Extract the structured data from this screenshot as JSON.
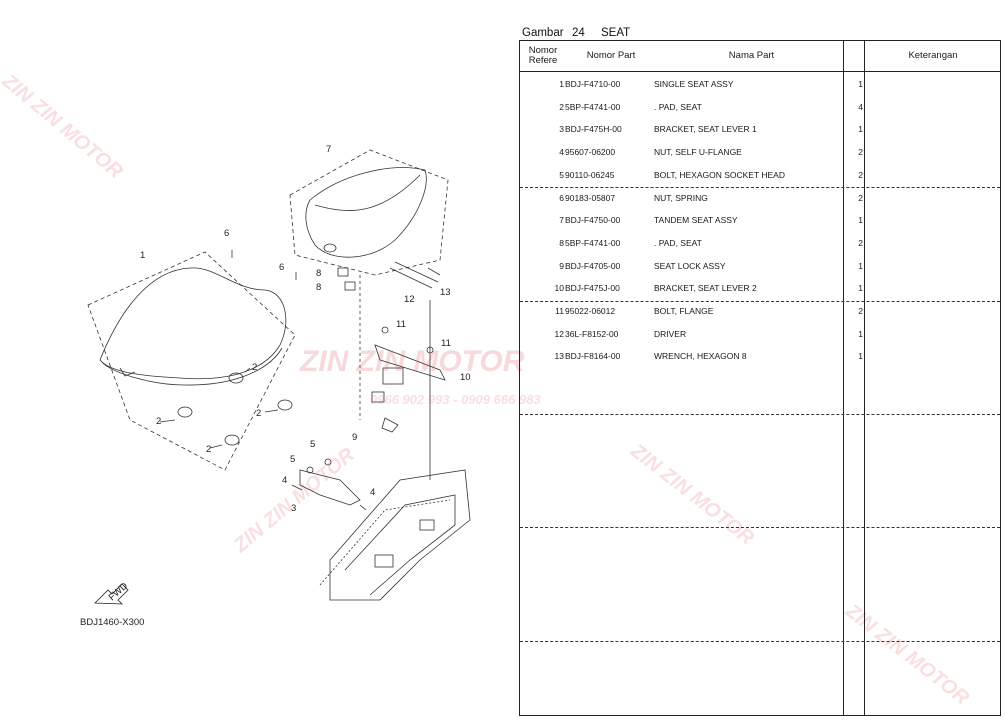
{
  "caption": {
    "word": "Gambar",
    "number": "24",
    "title": "SEAT"
  },
  "diagram": {
    "code": "BDJ1460-X300",
    "fwd": "FWD"
  },
  "table": {
    "headers": {
      "ref": "Nomor\nRefere",
      "part": "Nomor Part",
      "name": "Nama Part",
      "qty": "",
      "note": "Keterangan"
    },
    "rows": [
      {
        "ref": "1",
        "part": "BDJ-F4710-00",
        "name": "SINGLE SEAT ASSY",
        "qty": "1"
      },
      {
        "ref": "2",
        "part": "5BP-F4741-00",
        "name": ". PAD, SEAT",
        "qty": "4"
      },
      {
        "ref": "3",
        "part": "BDJ-F475H-00",
        "name": "BRACKET, SEAT LEVER 1",
        "qty": "1"
      },
      {
        "ref": "4",
        "part": "95607-06200",
        "name": "NUT, SELF U-FLANGE",
        "qty": "2"
      },
      {
        "ref": "5",
        "part": "90110-06245",
        "name": "BOLT, HEXAGON SOCKET HEAD",
        "qty": "2"
      },
      {
        "ref": "6",
        "part": "90183-05807",
        "name": "NUT, SPRING",
        "qty": "2"
      },
      {
        "ref": "7",
        "part": "BDJ-F4750-00",
        "name": "TANDEM SEAT ASSY",
        "qty": "1"
      },
      {
        "ref": "8",
        "part": "5BP-F4741-00",
        "name": ". PAD, SEAT",
        "qty": "2"
      },
      {
        "ref": "9",
        "part": "BDJ-F4705-00",
        "name": "SEAT LOCK ASSY",
        "qty": "1"
      },
      {
        "ref": "10",
        "part": "BDJ-F475J-00",
        "name": "BRACKET, SEAT LEVER 2",
        "qty": "1"
      },
      {
        "ref": "11",
        "part": "95022-06012",
        "name": "BOLT, FLANGE",
        "qty": "2"
      },
      {
        "ref": "12",
        "part": "36L-F8152-00",
        "name": "DRIVER",
        "qty": "1"
      },
      {
        "ref": "13",
        "part": "BDJ-F8164-00",
        "name": "WRENCH, HEXAGON 8",
        "qty": "1"
      }
    ]
  },
  "watermark": {
    "brand": "ZIN ZIN MOTOR",
    "phone": "0966 902 993 - 0909 666 983"
  },
  "colors": {
    "line": "#222222",
    "watermark": "#dc5050"
  }
}
